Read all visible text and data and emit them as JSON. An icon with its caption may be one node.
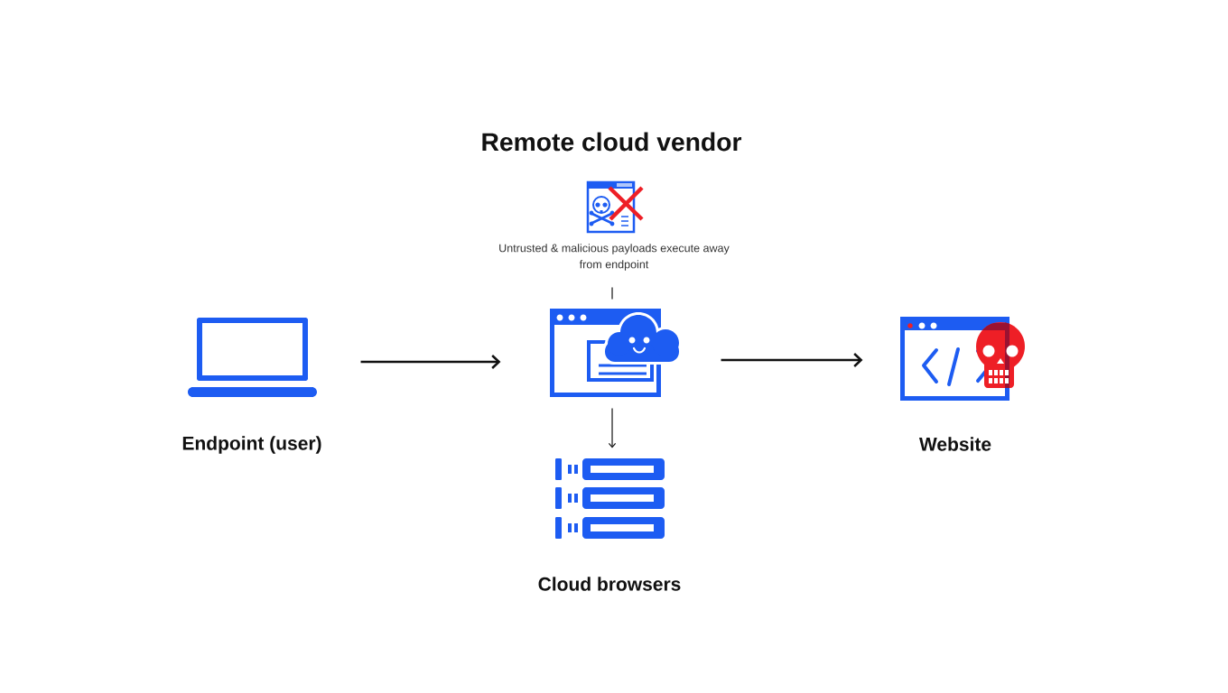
{
  "diagram": {
    "title": "Remote cloud vendor",
    "nodes": [
      {
        "text": [],
        "shape": "picture",
        "beside": [
          "Endpoint (user)"
        ]
      },
      {
        "text": [
          "Untrusted & malicious payloads execute away from endpoint"
        ]
      },
      {
        "text": [],
        "shape": "picture"
      },
      {
        "text": [],
        "shape": "picture",
        "beside": [
          "Cloud browsers"
        ]
      },
      {
        "text": [],
        "shape": "picture",
        "beside": [
          "Website"
        ]
      }
    ],
    "edges": [
      {
        "from": 0,
        "to": 2,
        "arrow": "to"
      },
      {
        "from": 2,
        "to": 4,
        "arrow": "to"
      },
      {
        "from": 1,
        "to": 2,
        "arrow": "none"
      },
      {
        "from": 2,
        "to": 3,
        "arrow": "to"
      }
    ]
  }
}
